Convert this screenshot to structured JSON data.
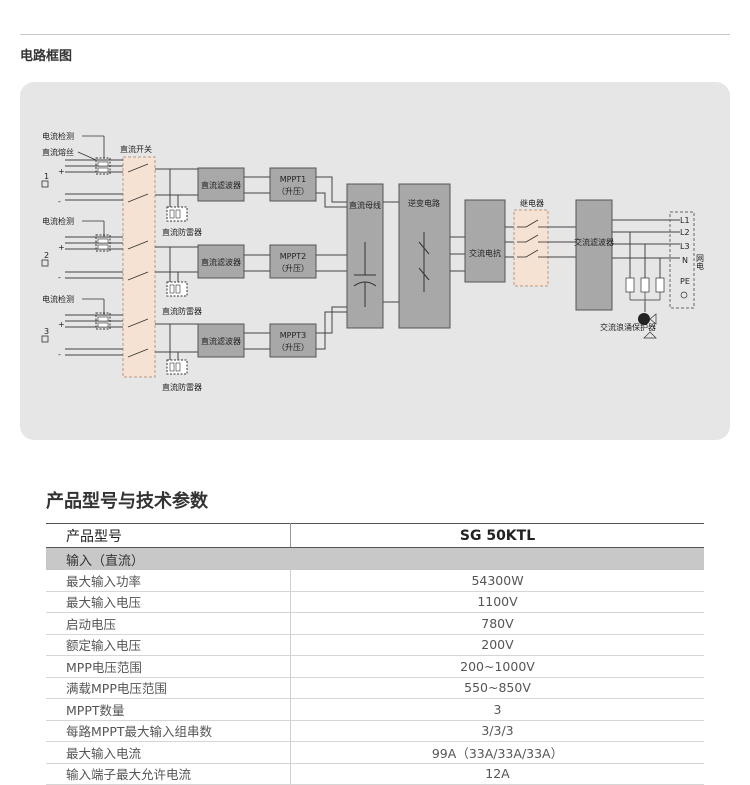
{
  "section_label": "电路框图",
  "diagram": {
    "labels": {
      "current_detect": "电流检测",
      "dc_fuse": "直流熔丝",
      "dc_switch": "直流开关",
      "dc_filter": "直流滤波器",
      "mppt1": "MPPT1",
      "mppt2": "MPPT2",
      "mppt3": "MPPT3",
      "boost": "（升压）",
      "dc_spd": "直流防雷器",
      "dc_bus": "直流母线",
      "inverter_circuit": "逆变电路",
      "ac_reactor": "交流电抗",
      "relay": "继电器",
      "ac_filter": "交流滤波器",
      "ac_spd": "交流浪涌保护器",
      "grid": "网电",
      "pv1": "1",
      "pv2": "2",
      "pv3": "3",
      "l1": "L1",
      "l2": "L2",
      "l3": "L3",
      "n": "N",
      "pe": "PE",
      "plus": "+",
      "minus": "-"
    }
  },
  "spec": {
    "title": "产品型号与技术参数",
    "header": {
      "label": "产品型号",
      "value": "SG 50KTL"
    },
    "group": "输入（直流）",
    "rows": [
      {
        "label": "最大输入功率",
        "value": "54300W"
      },
      {
        "label": "最大输入电压",
        "value": "1100V"
      },
      {
        "label": "启动电压",
        "value": "780V"
      },
      {
        "label": "额定输入电压",
        "value": "200V"
      },
      {
        "label": "MPP电压范围",
        "value": "200~1000V"
      },
      {
        "label": "满载MPP电压范围",
        "value": "550~850V"
      },
      {
        "label": "MPPT数量",
        "value": "3"
      },
      {
        "label": "每路MPPT最大输入组串数",
        "value": "3/3/3"
      },
      {
        "label": "最大输入电流",
        "value": "99A（33A/33A/33A）"
      },
      {
        "label": "输入端子最大允许电流",
        "value": "12A"
      }
    ]
  }
}
